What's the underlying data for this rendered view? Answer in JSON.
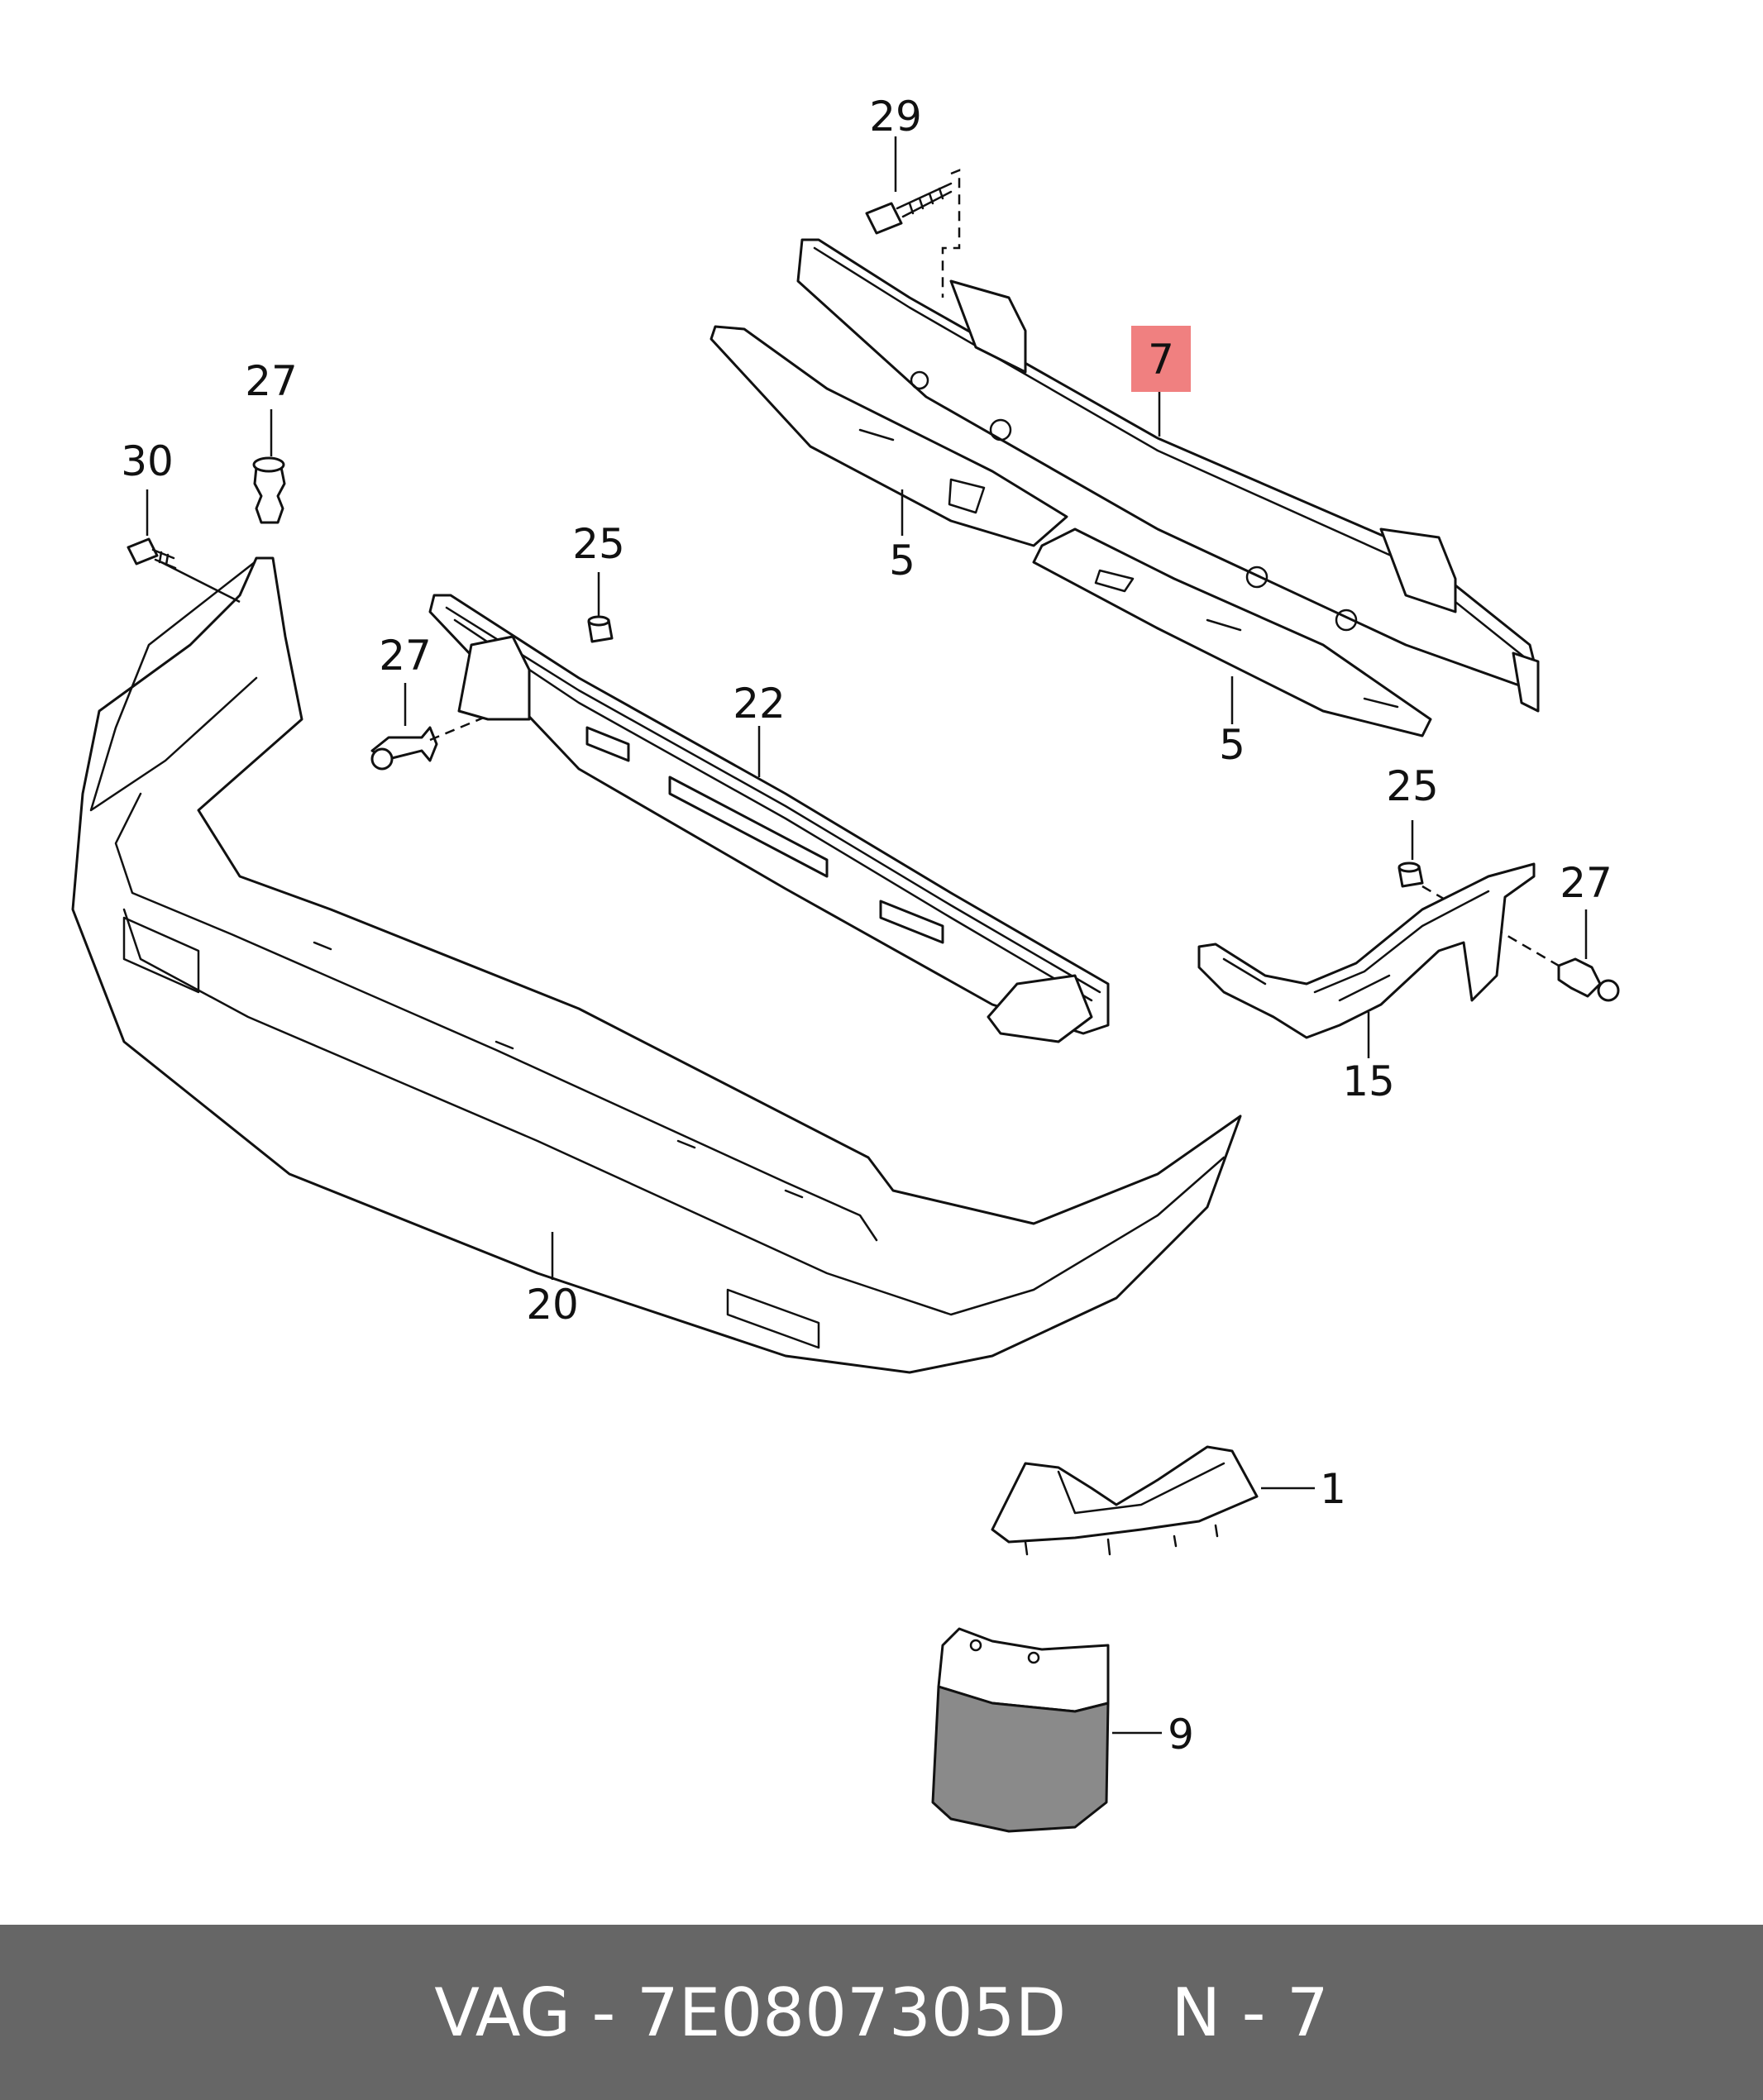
{
  "callouts": {
    "c29": "29",
    "c27_top": "27",
    "c30": "30",
    "c7": "7",
    "c5_left": "5",
    "c5_right": "5",
    "c25_left": "25",
    "c27_left": "27",
    "c22": "22",
    "c25_right": "25",
    "c27_right": "27",
    "c15": "15",
    "c20": "20",
    "c1": "1",
    "c9": "9"
  },
  "highlight_color": "#f08080",
  "footer": {
    "text": "VAG - 7E0807305D     N - 7",
    "background": "#666666"
  }
}
